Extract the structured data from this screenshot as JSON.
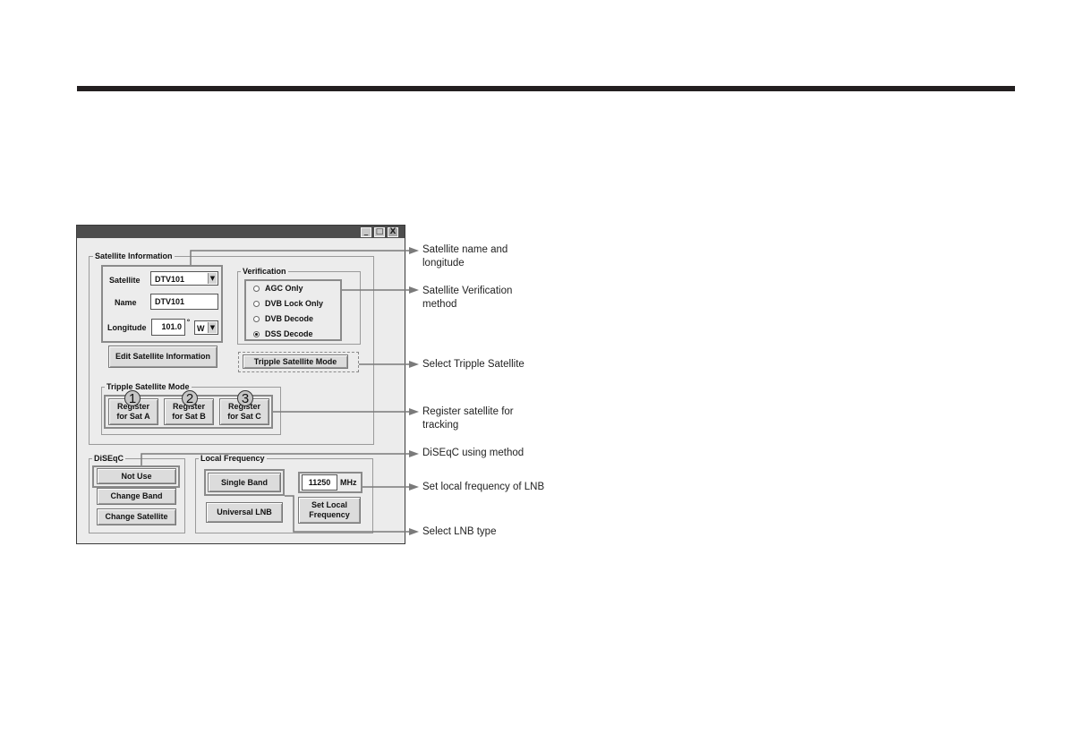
{
  "window": {
    "controls": {
      "minimize": "_",
      "maximize": "□",
      "close": "X"
    }
  },
  "satellite_info": {
    "title": "Satellite Information",
    "satellite_label": "Satellite",
    "satellite_value": "DTV101",
    "name_label": "Name",
    "name_value": "DTV101",
    "longitude_label": "Longitude",
    "longitude_value": "101.0",
    "degree_symbol": "º",
    "direction_value": "W",
    "edit_button": "Edit Satellite Information"
  },
  "verification": {
    "title": "Verification",
    "options": [
      {
        "label": "AGC Only",
        "selected": false
      },
      {
        "label": "DVB Lock Only",
        "selected": false
      },
      {
        "label": "DVB Decode",
        "selected": false
      },
      {
        "label": "DSS Decode",
        "selected": true
      }
    ],
    "triple_button": "Tripple Satellite Mode"
  },
  "triple_mode": {
    "title": "Tripple Satellite Mode",
    "buttons": [
      {
        "number": "1",
        "line1": "Register",
        "line2": "for Sat A"
      },
      {
        "number": "2",
        "line1": "Register",
        "line2": "for Sat B"
      },
      {
        "number": "3",
        "line1": "Register",
        "line2": "for Sat C"
      }
    ]
  },
  "diseqc": {
    "title": "DiSEqC",
    "buttons": [
      "Not Use",
      "Change Band",
      "Change Satellite"
    ]
  },
  "local_frequency": {
    "title": "Local Frequency",
    "single_band": "Single Band",
    "universal_lnb": "Universal LNB",
    "frequency_value": "11250",
    "unit": "MHz",
    "set_button_line1": "Set Local",
    "set_button_line2": "Frequency"
  },
  "callouts": {
    "sat_name_line1": "Satellite name and",
    "sat_name_line2": "longitude",
    "verification_line1": "Satellite Verification",
    "verification_line2": "method",
    "triple": "Select Tripple Satellite",
    "register_line1": "Register satellite for",
    "register_line2": "tracking",
    "diseqc": "DiSEqC using method",
    "local_freq": "Set local frequency of LNB",
    "lnb_type": "Select LNB type"
  }
}
